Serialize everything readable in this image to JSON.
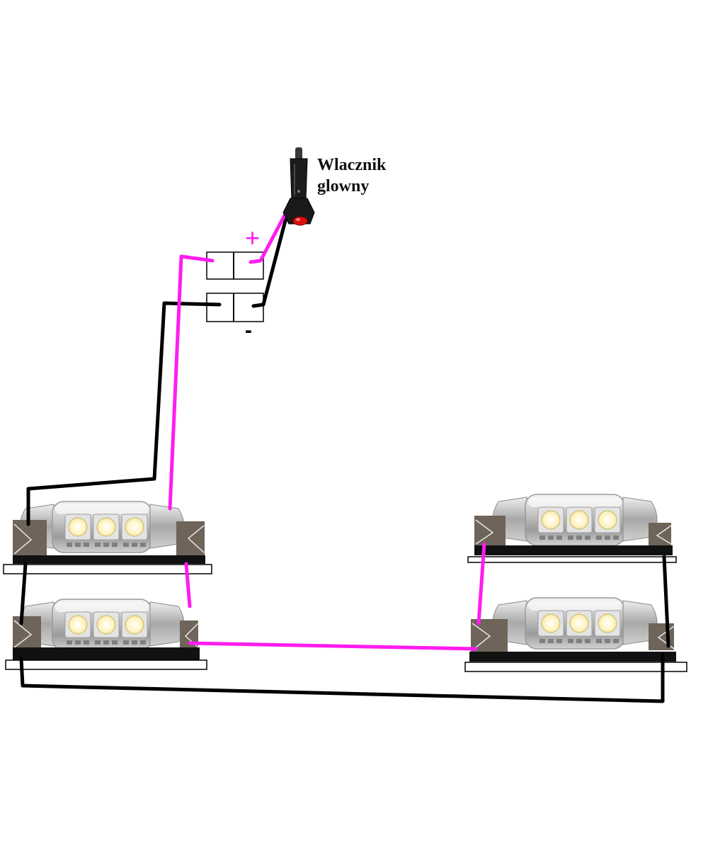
{
  "main_switch": {
    "label_line1": "Wlacznik",
    "label_line2": "glowny",
    "icon": "cigarette-lighter-plug-icon"
  },
  "connector_block": {
    "plus_symbol": "+",
    "minus_symbol": "-",
    "icon": "terminal-block-icon"
  },
  "lamps": [
    {
      "id": "lamp-top-left",
      "led_count": 3
    },
    {
      "id": "lamp-bottom-left",
      "led_count": 3
    },
    {
      "id": "lamp-top-right",
      "led_count": 3
    },
    {
      "id": "lamp-bottom-right",
      "led_count": 3
    }
  ],
  "colors": {
    "positive_wire": "#ff1cf0",
    "negative_wire": "#000000",
    "socket": "#6e6459",
    "led_glow": "#fff4c2"
  }
}
